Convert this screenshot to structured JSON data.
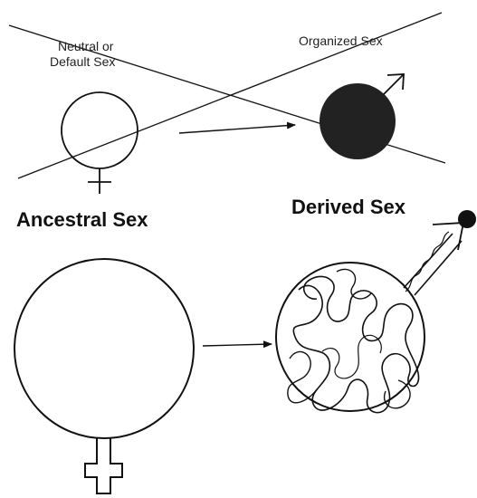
{
  "top_panel": {
    "neutral_label_line1": "Neutral or",
    "neutral_label_line2": "Default Sex",
    "organized_label": "Organized Sex"
  },
  "bottom_panel": {
    "ancestral_label": "Ancestral Sex",
    "derived_label": "Derived Sex"
  },
  "colors": {
    "ink": "#111111",
    "background": "#ffffff",
    "filled_circle": "#222222"
  }
}
